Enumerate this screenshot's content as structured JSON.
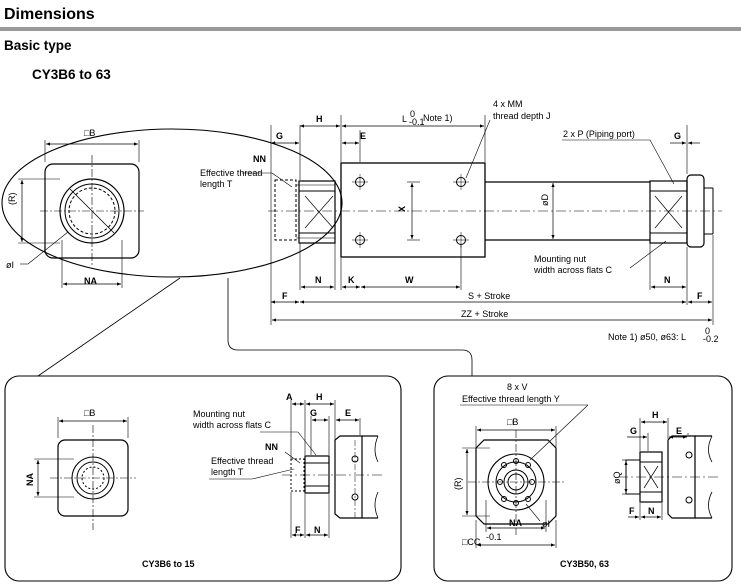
{
  "header": {
    "title": "Dimensions",
    "subtitle": "Basic type",
    "model": "CY3B6 to 63"
  },
  "main": {
    "B": "□B",
    "R": "(R)",
    "I": "øI",
    "NA": "NA",
    "NN": "NN",
    "eff1": "Effective thread",
    "eff2": "length T",
    "G": "G",
    "H": "H",
    "E": "E",
    "L": "L",
    "L_sub": "-0.1",
    "L_sup": "0",
    "L_note": "Note 1)",
    "mm1": "4 x MM",
    "mm2": "thread depth J",
    "p": "2 x P (Piping port)",
    "X": "X",
    "D": "øD",
    "F": "F",
    "N": "N",
    "K": "K",
    "W": "W",
    "nut1": "Mounting nut",
    "nut2": "width across flats C",
    "S": "S + Stroke",
    "ZZ": "ZZ + Stroke",
    "note": "Note 1) ø50, ø63: L",
    "note_sup": "0",
    "note_sub": "-0.2"
  },
  "left_box": {
    "B": "□B",
    "NA": "NA",
    "A": "A",
    "H": "H",
    "G": "G",
    "E": "E",
    "nut1": "Mounting nut",
    "nut2": "width across flats C",
    "NN": "NN",
    "eff1": "Effective thread",
    "eff2": "length T",
    "F": "F",
    "N": "N",
    "caption": "CY3B6 to 15"
  },
  "right_box": {
    "v1": "8 x V",
    "v2": "Effective thread length Y",
    "B": "□B",
    "R": "(R)",
    "NA": "NA",
    "I": "øI",
    "CC": "□CC",
    "CC_sup": "-0.1",
    "H": "H",
    "G": "G",
    "E": "E",
    "Q": "øQ",
    "F": "F",
    "N": "N",
    "caption": "CY3B50, 63"
  }
}
